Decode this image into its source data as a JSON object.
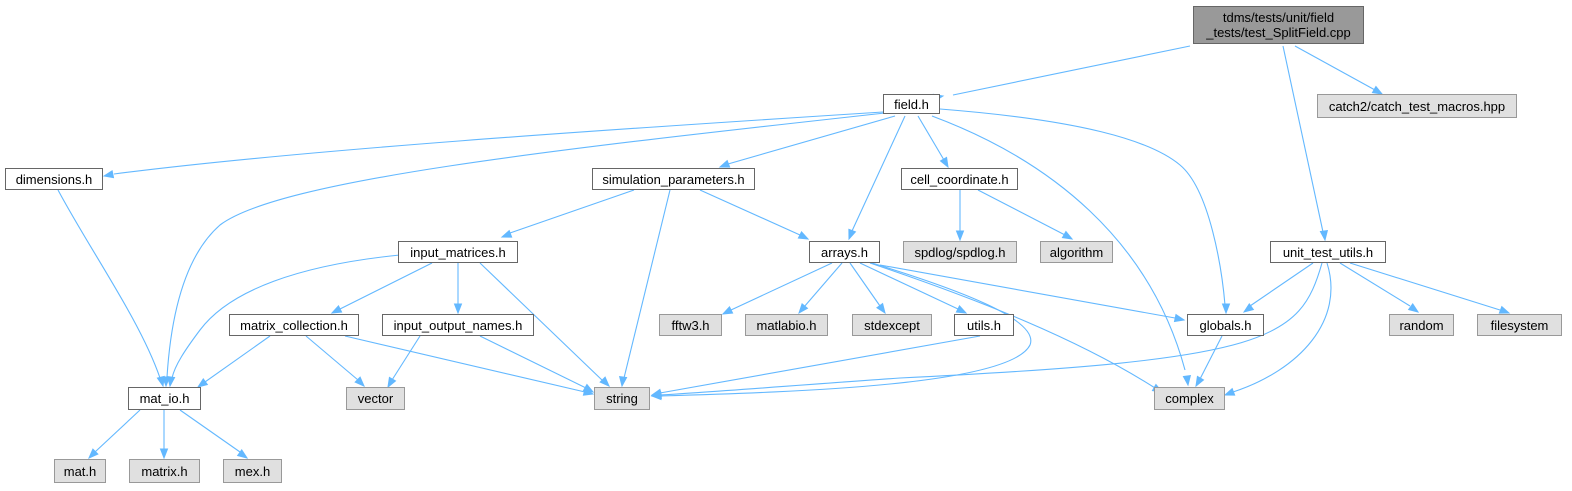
{
  "colors": {
    "edge": "#63b8ff",
    "root_fill": "#999999",
    "local_fill": "#ffffff",
    "system_fill": "#e0e0e0"
  },
  "nodes": {
    "root": "tdms/tests/unit/field_tests/test_SplitField.cpp",
    "field_h": "field.h",
    "catch2": "catch2/catch_test_macros.hpp",
    "dimensions_h": "dimensions.h",
    "simulation_parameters_h": "simulation_parameters.h",
    "cell_coordinate_h": "cell_coordinate.h",
    "unit_test_utils_h": "unit_test_utils.h",
    "input_matrices_h": "input_matrices.h",
    "arrays_h": "arrays.h",
    "spdlog": "spdlog/spdlog.h",
    "algorithm": "algorithm",
    "matrix_collection_h": "matrix_collection.h",
    "input_output_names_h": "input_output_names.h",
    "fftw3_h": "fftw3.h",
    "matlabio_h": "matlabio.h",
    "stdexcept": "stdexcept",
    "utils_h": "utils.h",
    "globals_h": "globals.h",
    "random": "random",
    "filesystem": "filesystem",
    "mat_io_h": "mat_io.h",
    "vector": "vector",
    "string": "string",
    "complex": "complex",
    "mat_h": "mat.h",
    "matrix_h": "matrix.h",
    "mex_h": "mex.h"
  },
  "root_lines": [
    "tdms/tests/unit/field",
    "_tests/test_SplitField.cpp"
  ]
}
